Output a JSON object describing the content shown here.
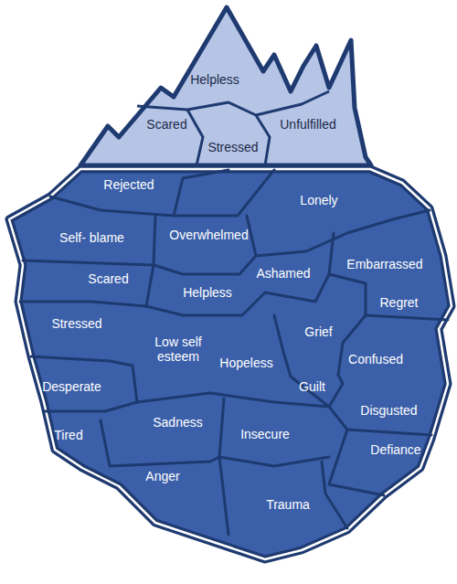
{
  "diagram": {
    "nodes": [
      {
        "text": [
          "Helpless"
        ]
      },
      {
        "text": [
          "Scared"
        ]
      },
      {
        "text": [
          "Unfulfilled"
        ]
      },
      {
        "text": [
          "Stressed"
        ]
      },
      {
        "text": [
          "Rejected"
        ]
      },
      {
        "text": [
          "Lonely"
        ]
      },
      {
        "text": [
          "Self- blame"
        ]
      },
      {
        "text": [
          "Overwhelmed"
        ]
      },
      {
        "text": [
          "Embarrassed"
        ]
      },
      {
        "text": [
          "Ashamed"
        ]
      },
      {
        "text": [
          "Scared"
        ]
      },
      {
        "text": [
          "Helpless"
        ]
      },
      {
        "text": [
          "Regret"
        ]
      },
      {
        "text": [
          "Stressed"
        ]
      },
      {
        "text": [
          "Grief"
        ]
      },
      {
        "text": [
          "Low self esteem"
        ]
      },
      {
        "text": [
          "Confused"
        ]
      },
      {
        "text": [
          "Hopeless"
        ]
      },
      {
        "text": [
          "Desperate"
        ]
      },
      {
        "text": [
          "Guilt"
        ]
      },
      {
        "text": [
          "Disgusted"
        ]
      },
      {
        "text": [
          "Sadness"
        ]
      },
      {
        "text": [
          "Insecure"
        ]
      },
      {
        "text": [
          "Tired"
        ]
      },
      {
        "text": [
          "Defiance"
        ]
      },
      {
        "text": [
          "Anger"
        ]
      },
      {
        "text": [
          "Trauma"
        ]
      }
    ]
  }
}
